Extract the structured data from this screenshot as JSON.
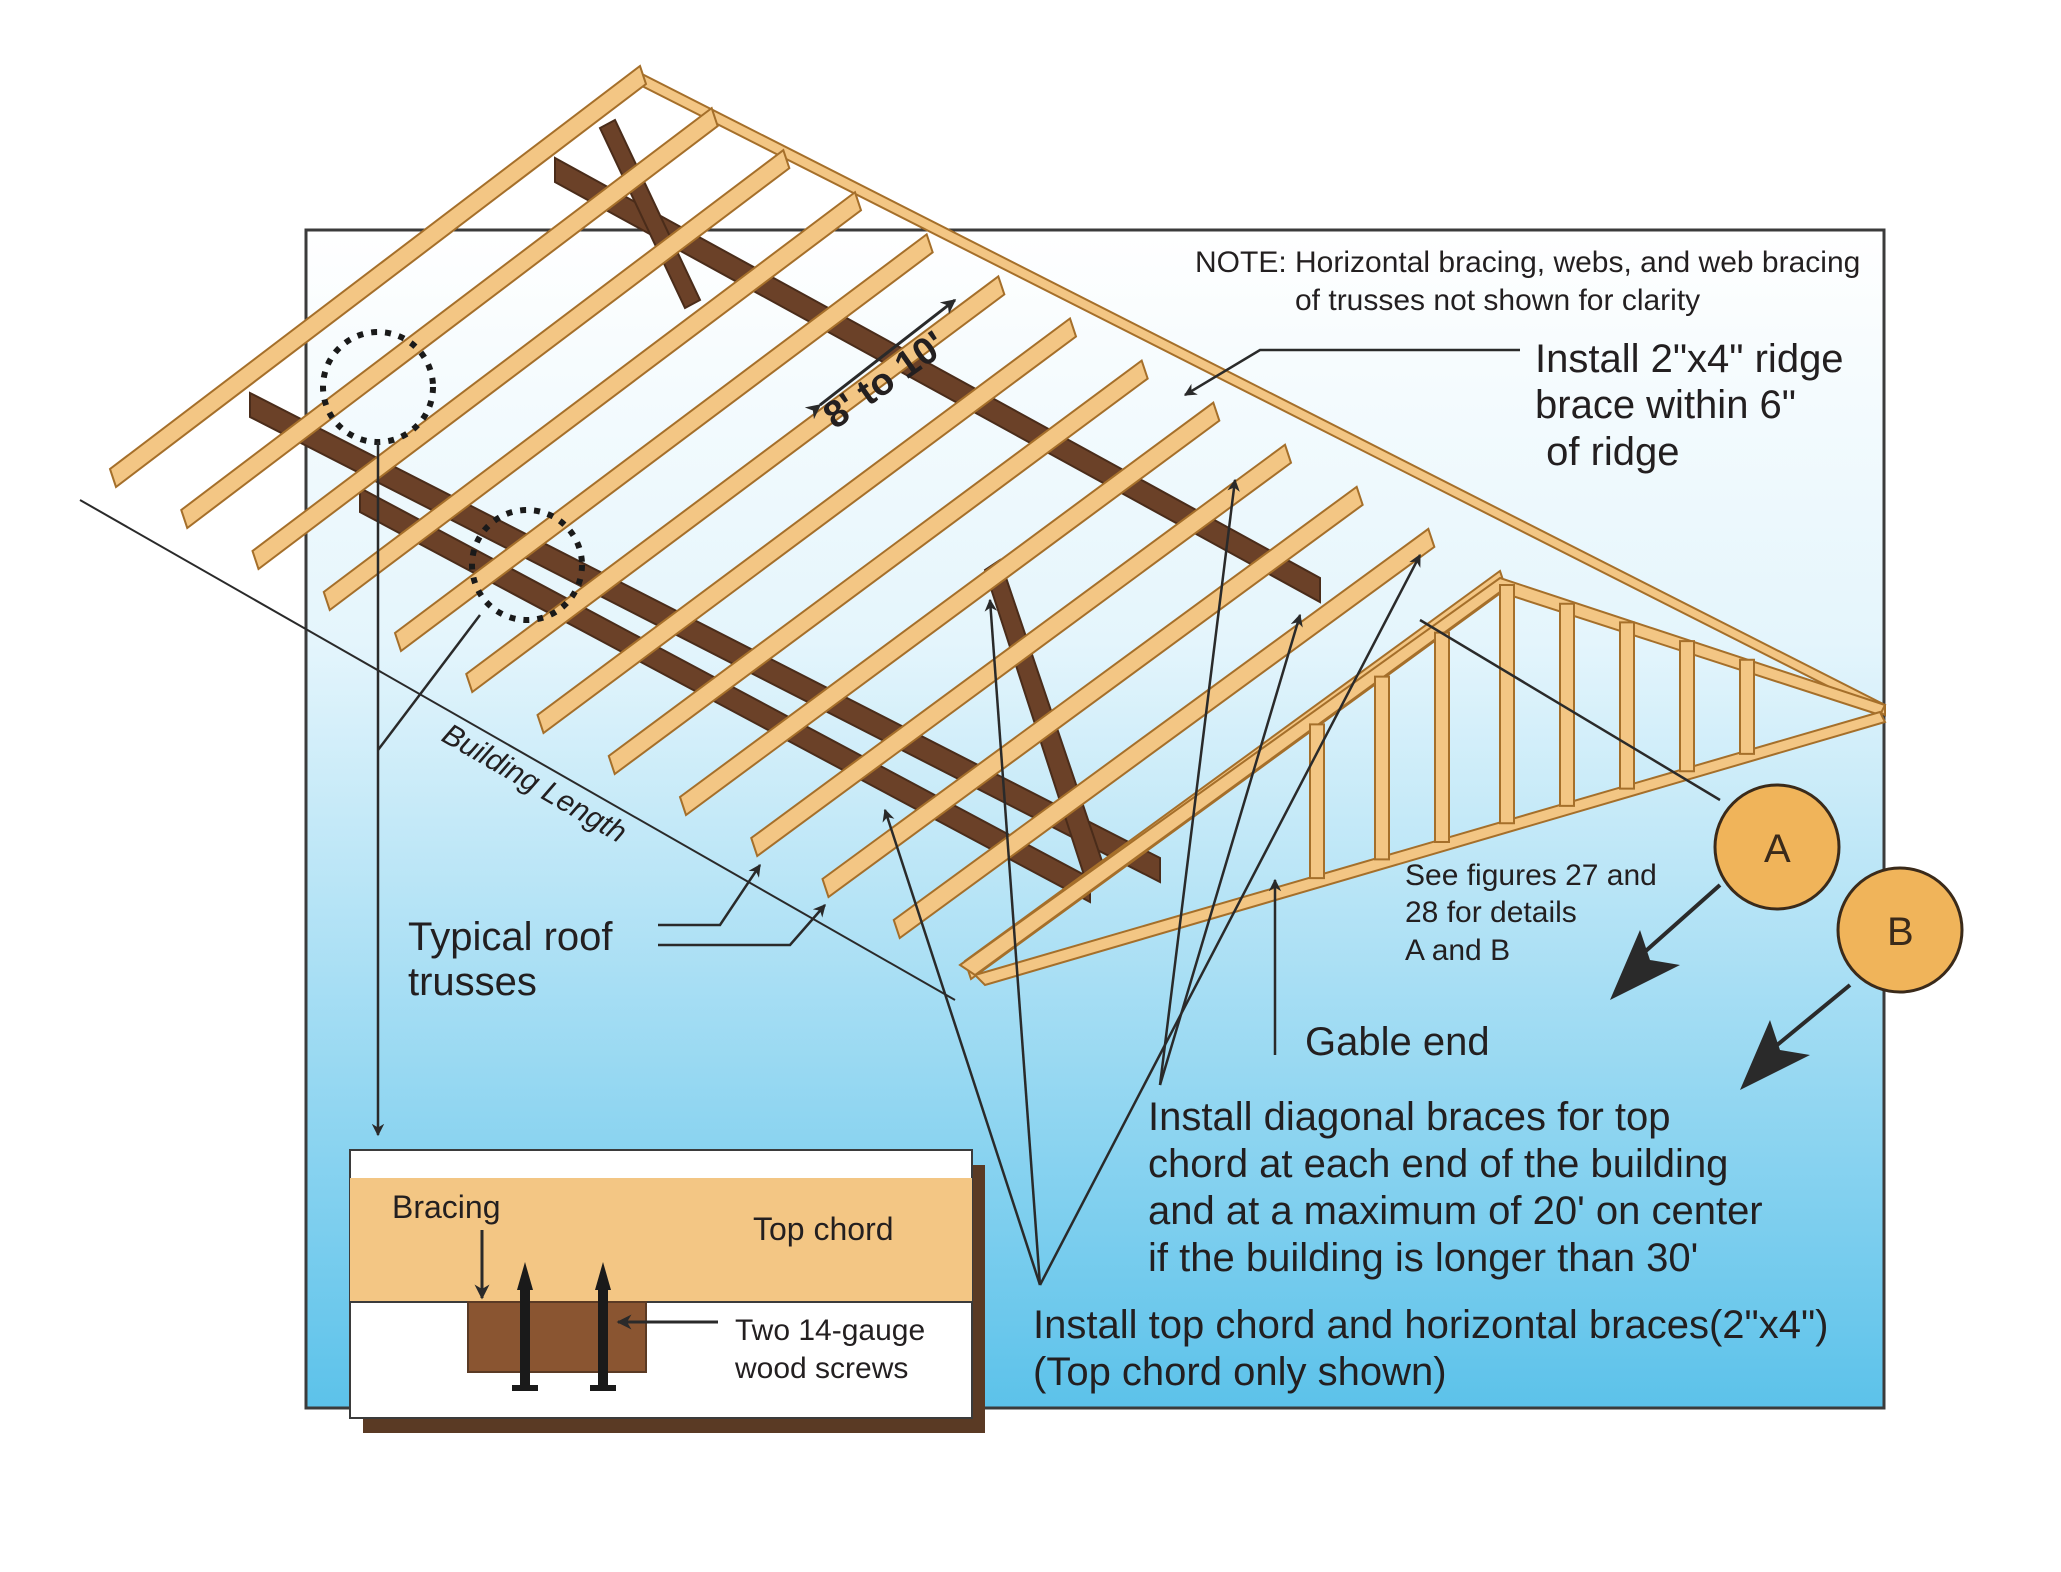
{
  "colors": {
    "sky_top": "#ffffff",
    "sky_bottom": "#5cc2ea",
    "lumber": "#f3c684",
    "lumber_edge": "#a56f2a",
    "brace": "#6b4128",
    "circle_fill": "#f0b45a",
    "frame": "#3b3b3b",
    "leader": "#2a2a2a"
  },
  "labels": {
    "note_line1": "NOTE: Horizontal bracing, webs, and web bracing",
    "note_line2": "of trusses not shown for clarity",
    "ridge_line1": "Install  2\"x4\" ridge",
    "ridge_line2": "brace within 6\"",
    "ridge_line3": " of ridge",
    "spacing": "8' to 10'",
    "building_length": "Building Length",
    "typical_line1": "Typical roof",
    "typical_line2": "trusses",
    "detail_a": "A",
    "detail_b": "B",
    "see_line1": "See figures 27 and",
    "see_line2": "28 for details",
    "see_line3": "A and B",
    "gable_end": "Gable end",
    "diag_line1": "Install diagonal braces for top",
    "diag_line2": "chord at each end of the building",
    "diag_line3": "and at a maximum of 20' on center",
    "diag_line4": "if the building is longer than 30'",
    "top_line1": "Install top chord and horizontal braces(2\"x4\")",
    "top_line2": "(Top chord only shown)"
  },
  "inset": {
    "bracing": "Bracing",
    "top_chord": "Top chord",
    "screws_line1": "Two 14-gauge",
    "screws_line2": "wood screws"
  }
}
